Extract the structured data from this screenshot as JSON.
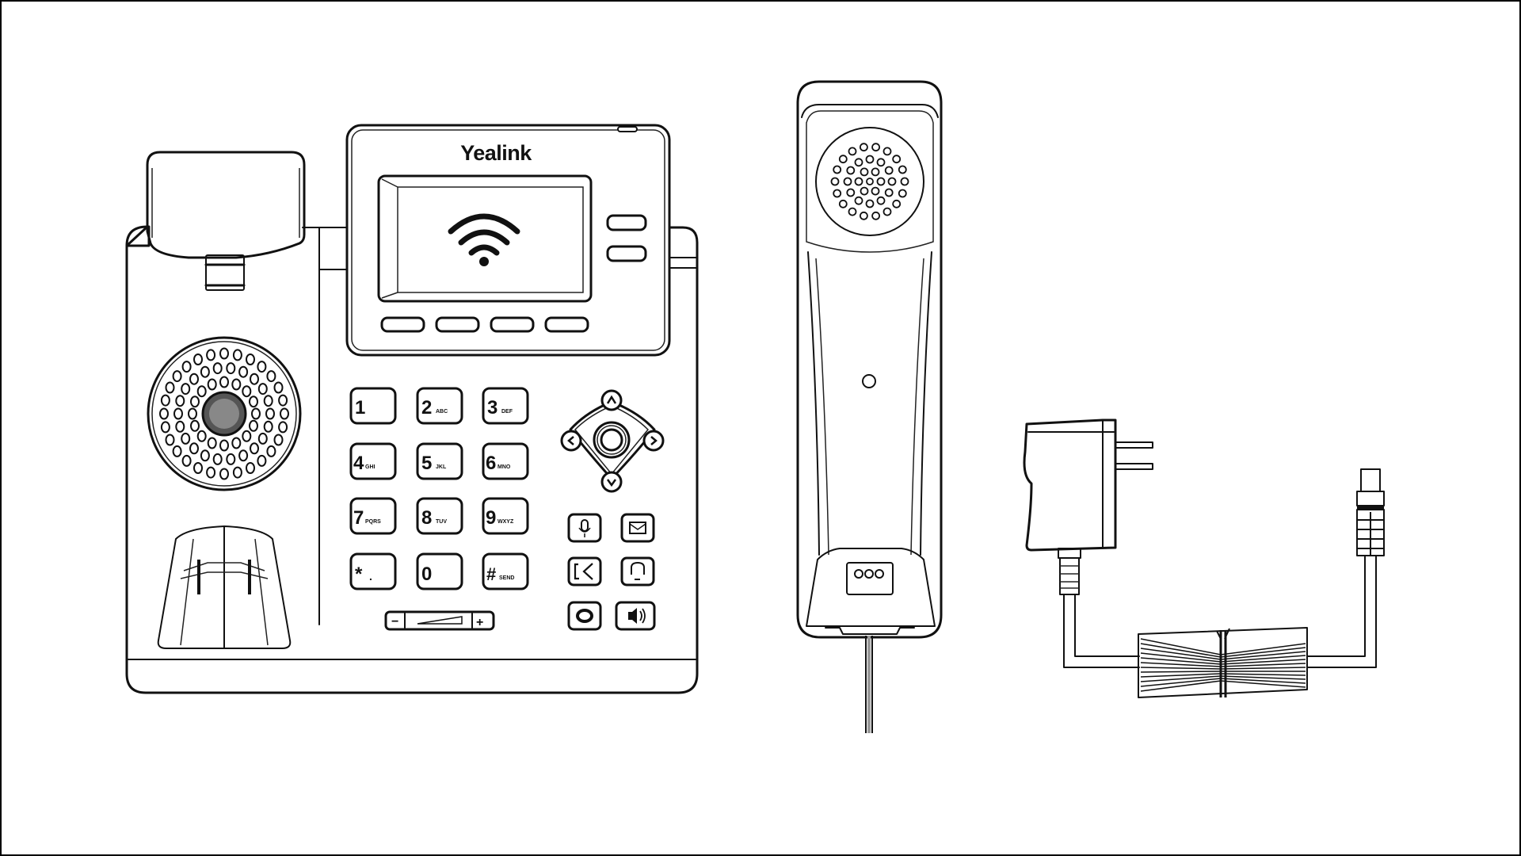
{
  "figure": {
    "subject": "IP phone package contents line drawing",
    "components": [
      "desk-phone-base",
      "handset",
      "power-adapter"
    ]
  },
  "phone": {
    "brand": "Yealink",
    "screen_icon": "wifi-icon",
    "line_keys": 2,
    "soft_keys": 4,
    "keypad": [
      {
        "digit": "1",
        "letters": ""
      },
      {
        "digit": "2",
        "letters": "ABC"
      },
      {
        "digit": "3",
        "letters": "DEF"
      },
      {
        "digit": "4",
        "letters": "GHI"
      },
      {
        "digit": "5",
        "letters": "JKL"
      },
      {
        "digit": "6",
        "letters": "MNO"
      },
      {
        "digit": "7",
        "letters": "PQRS"
      },
      {
        "digit": "8",
        "letters": "TUV"
      },
      {
        "digit": "9",
        "letters": "WXYZ"
      },
      {
        "digit": "*",
        "letters": "."
      },
      {
        "digit": "0",
        "letters": ""
      },
      {
        "digit": "#",
        "letters": "SEND"
      }
    ],
    "nav_cluster": {
      "up": "˄",
      "down": "˅",
      "left": "‹",
      "right": "›",
      "ok": "ok-button"
    },
    "function_keys": [
      {
        "name": "mute",
        "icon": "microphone-icon"
      },
      {
        "name": "message",
        "icon": "envelope-icon"
      },
      {
        "name": "transfer",
        "icon": "transfer-icon"
      },
      {
        "name": "headset",
        "icon": "headset-icon"
      },
      {
        "name": "redial",
        "icon": "redial-icon"
      },
      {
        "name": "speakerphone",
        "icon": "speaker-icon"
      }
    ],
    "volume_bar": {
      "minus": "−",
      "plus": "+"
    }
  },
  "handset": {
    "has_cord": true
  },
  "adapter": {
    "prongs": 2,
    "cord_bundled": true
  }
}
